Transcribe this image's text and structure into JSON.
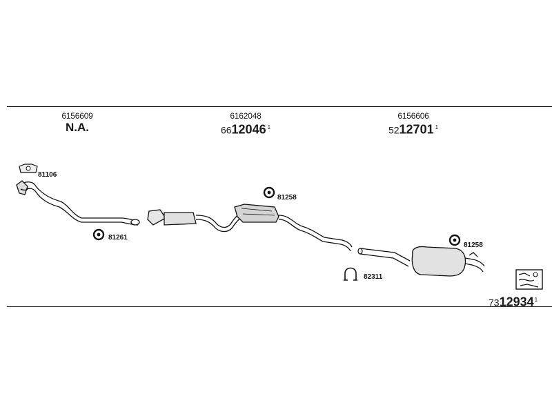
{
  "sections": [
    {
      "part_number": "6156609",
      "code_prefix": "",
      "code_main": "N.A.",
      "code_suffix": ""
    },
    {
      "part_number": "6162048",
      "code_prefix": "66",
      "code_main": "12046",
      "code_suffix": "1"
    },
    {
      "part_number": "6156606",
      "code_prefix": "52",
      "code_main": "12701",
      "code_suffix": "1"
    }
  ],
  "accessories": [
    {
      "id": "gasket-1",
      "label": "81106"
    },
    {
      "id": "ring-1",
      "label": "81261"
    },
    {
      "id": "ring-2",
      "label": "81258"
    },
    {
      "id": "clamp-1",
      "label": "82311"
    },
    {
      "id": "ring-3",
      "label": "81258"
    }
  ],
  "kit": {
    "code_prefix": "73",
    "code_main": "12934",
    "code_suffix": "1"
  }
}
